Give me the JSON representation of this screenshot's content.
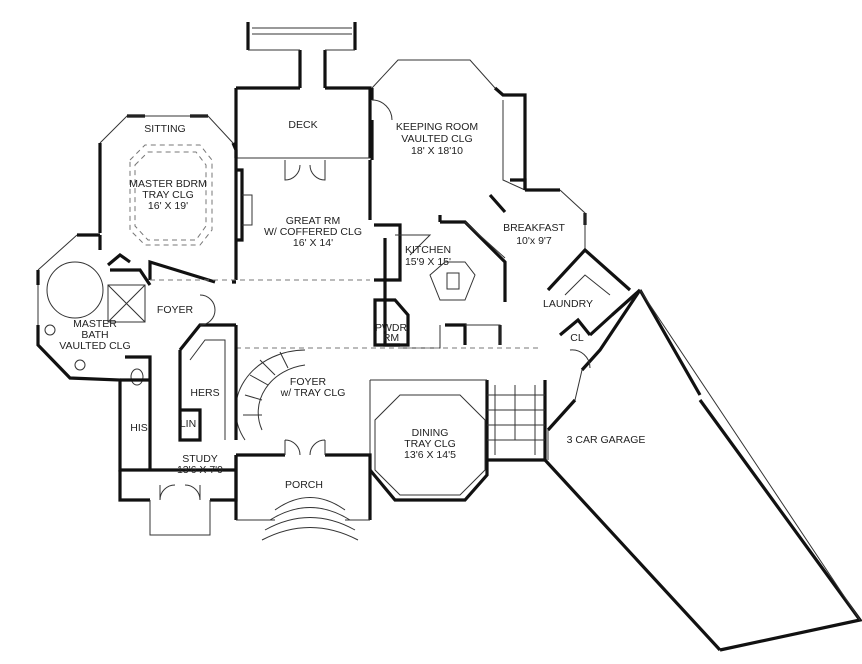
{
  "rooms": {
    "deck": "DECK",
    "sitting": "SITTING",
    "master_bdrm": [
      "MASTER BDRM",
      "TRAY CLG",
      "16' X 19'"
    ],
    "great_rm": [
      "GREAT RM",
      "W/ COFFERED CLG",
      "16' X 14'"
    ],
    "keeping_room": [
      "KEEPING ROOM",
      "VAULTED CLG",
      "18' X 18'10"
    ],
    "breakfast": [
      "BREAKFAST",
      "10'x 9'7"
    ],
    "kitchen": [
      "KITCHEN",
      "15'9 X 15'"
    ],
    "laundry": "LAUNDRY",
    "cl": "CL",
    "foyer_small": "FOYER",
    "master_bath": [
      "MASTER",
      "BATH",
      "VAULTED CLG"
    ],
    "pwdr": [
      "PWDR",
      "RM"
    ],
    "hers": "HERS",
    "his": "HIS",
    "lin": "LIN",
    "foyer": [
      "FOYER",
      "w/ TRAY CLG"
    ],
    "study": [
      "STUDY",
      "13'6 X 7'9"
    ],
    "dining": [
      "DINING",
      "TRAY CLG",
      "13'6 X 14'5"
    ],
    "porch": "PORCH",
    "garage": "3 CAR GARAGE"
  }
}
